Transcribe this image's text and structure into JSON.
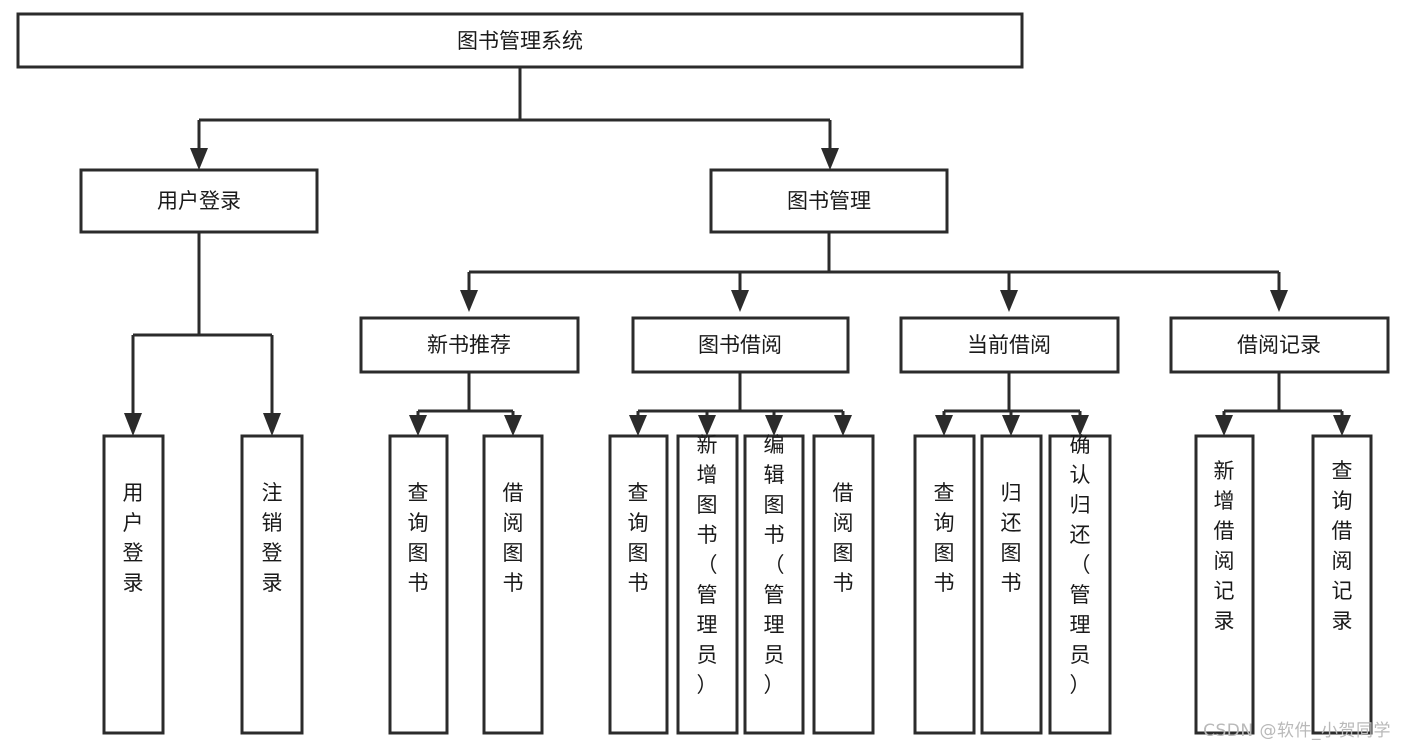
{
  "diagram": {
    "type": "tree-hierarchy-chart",
    "title": "图书管理系统",
    "watermark": "CSDN @软件_小贺同学",
    "colors": {
      "box_fill": "#ffffff",
      "box_stroke": "#2b2b2b",
      "text": "#1a1a1a",
      "background": "#ffffff",
      "watermark": "#b9b9b9"
    },
    "levels": [
      {
        "level": 1,
        "nodes": [
          {
            "id": "root",
            "label": "图书管理系统",
            "orientation": "horizontal"
          }
        ]
      },
      {
        "level": 2,
        "nodes": [
          {
            "id": "login",
            "label": "用户登录",
            "orientation": "horizontal",
            "parent": "root"
          },
          {
            "id": "bookmgmt",
            "label": "图书管理",
            "orientation": "horizontal",
            "parent": "root"
          }
        ]
      },
      {
        "level": 3,
        "nodes": [
          {
            "id": "newbook",
            "label": "新书推荐",
            "orientation": "horizontal",
            "parent": "bookmgmt"
          },
          {
            "id": "borrow",
            "label": "图书借阅",
            "orientation": "horizontal",
            "parent": "bookmgmt"
          },
          {
            "id": "current",
            "label": "当前借阅",
            "orientation": "horizontal",
            "parent": "bookmgmt"
          },
          {
            "id": "records",
            "label": "借阅记录",
            "orientation": "horizontal",
            "parent": "bookmgmt"
          }
        ]
      },
      {
        "level": 4,
        "nodes": [
          {
            "id": "leaf1",
            "label": "用户登录",
            "orientation": "vertical",
            "parent": "login"
          },
          {
            "id": "leaf2",
            "label": "注销登录",
            "orientation": "vertical",
            "parent": "login"
          },
          {
            "id": "leaf3",
            "label": "查询图书",
            "orientation": "vertical",
            "parent": "newbook"
          },
          {
            "id": "leaf4",
            "label": "借阅图书",
            "orientation": "vertical",
            "parent": "newbook"
          },
          {
            "id": "leaf5",
            "label": "查询图书",
            "orientation": "vertical",
            "parent": "borrow"
          },
          {
            "id": "leaf6",
            "label": "新增图书（管理员）",
            "orientation": "vertical",
            "parent": "borrow"
          },
          {
            "id": "leaf7",
            "label": "编辑图书（管理员）",
            "orientation": "vertical",
            "parent": "borrow"
          },
          {
            "id": "leaf8",
            "label": "借阅图书",
            "orientation": "vertical",
            "parent": "borrow"
          },
          {
            "id": "leaf9",
            "label": "查询图书",
            "orientation": "vertical",
            "parent": "current"
          },
          {
            "id": "leaf10",
            "label": "归还图书",
            "orientation": "vertical",
            "parent": "current"
          },
          {
            "id": "leaf11",
            "label": "确认归还（管理员）",
            "orientation": "vertical",
            "parent": "current"
          },
          {
            "id": "leaf12",
            "label": "新增借阅记录",
            "orientation": "vertical",
            "parent": "records"
          },
          {
            "id": "leaf13",
            "label": "查询借阅记录",
            "orientation": "vertical",
            "parent": "records"
          }
        ]
      }
    ]
  }
}
